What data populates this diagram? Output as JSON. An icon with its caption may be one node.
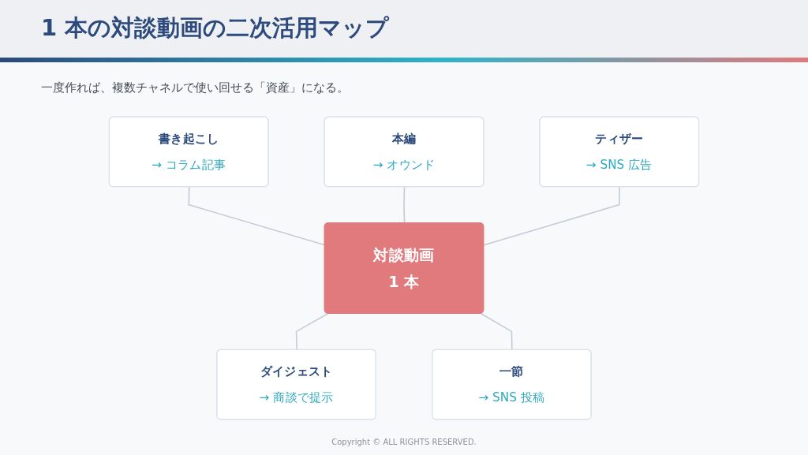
{
  "diagram": {
    "title": "1 本の対談動画の二次活用マップ",
    "caption": "Copyright © ALL RIGHTS RESERVED.",
    "nodes": [
      {
        "text": [
          "本編",
          "→ オウンド"
        ]
      },
      {
        "text": [
          "書き起こし",
          "→ コラム記事"
        ]
      },
      {
        "text": [
          "対談動画",
          "1 本"
        ]
      },
      {
        "text": [
          "ティザー",
          "→ SNS 広告"
        ]
      },
      {
        "text": [
          "ダイジェスト",
          "→ 商談で提示"
        ]
      },
      {
        "text": [
          "一節",
          "→ SNS 投稿"
        ]
      }
    ],
    "edges": [
      {
        "from": 2,
        "to": 1,
        "arrow": "none"
      },
      {
        "from": 2,
        "to": 0,
        "arrow": "none"
      },
      {
        "from": 2,
        "to": 3,
        "arrow": "none"
      },
      {
        "from": 2,
        "to": 4,
        "arrow": "none"
      },
      {
        "from": 2,
        "to": 5,
        "arrow": "none"
      }
    ],
    "labels": [
      "一度作れば、複数チャネルで使い回せる「資産」になる。"
    ]
  }
}
